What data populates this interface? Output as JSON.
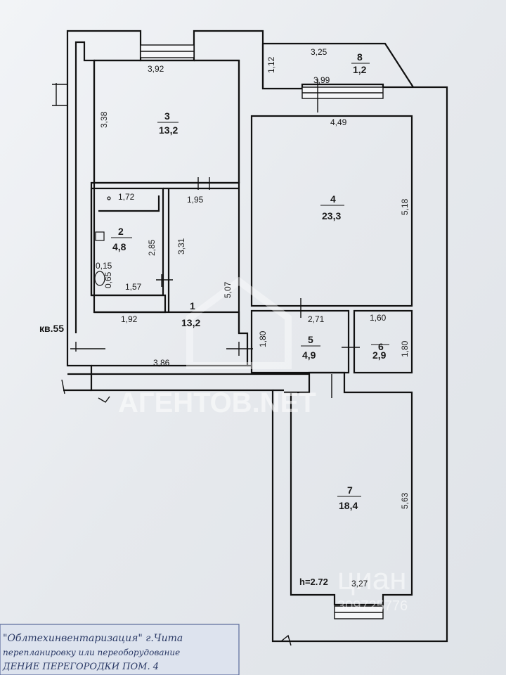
{
  "floor_plan": {
    "apartment_label": "кв.55",
    "ceiling_height": "h=2.72",
    "rooms": [
      {
        "number": "1",
        "area": "13,2"
      },
      {
        "number": "2",
        "area": "4,8"
      },
      {
        "number": "3",
        "area": "13,2"
      },
      {
        "number": "4",
        "area": "23,3"
      },
      {
        "number": "5",
        "area": "4,9"
      },
      {
        "number": "6",
        "area": "2,9"
      },
      {
        "number": "7",
        "area": "18,4"
      },
      {
        "number": "8",
        "area": "1,2"
      }
    ],
    "dimensions": {
      "room3_top": "3,92",
      "room3_side": "3,38",
      "balcony_depth": "1,12",
      "balcony_width": "3,25",
      "room4_window_side": "3,99",
      "room4_top": "4,49",
      "room4_side": "5,18",
      "bath_top": "1,72",
      "hall_top": "1,95",
      "bath_side": "2,85",
      "closet_side": "3,31",
      "bath_small": "0,15",
      "bath_small2": "0,65",
      "bath_bottom": "1,57",
      "room1_side": "5,07",
      "room1_left": "1,92",
      "room1_bottom": "3,86",
      "corridor_side": "1,80",
      "room5_top": "2,71",
      "room6_top": "1,60",
      "room6_side": "1,80",
      "room7_side": "5,63",
      "room7_bottom": "3,27"
    },
    "watermarks": {
      "agency": "АГЕНТОВ.NET",
      "portal": "циан",
      "phone": "309725776"
    },
    "footer": {
      "line1": "\"Облтехинвентаризация\"  г.Чита",
      "line2": "перепланировку или переоборудование",
      "line3": "ДЕНИЕ ПЕРЕГОРОДКИ ПОМ. 4"
    }
  }
}
